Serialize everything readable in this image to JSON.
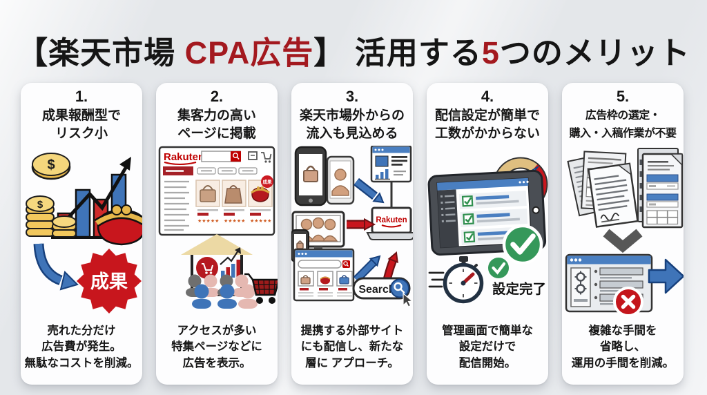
{
  "title": {
    "part1": "【楽天市場 ",
    "part2": "CPA広告",
    "part3": "】 ",
    "part4": "活用する",
    "part5": "5",
    "part6": "つのメリット"
  },
  "colors": {
    "accent_red": "#a3191f",
    "badge_red": "#c8161d",
    "arrow_blue": "#3f74b8",
    "check_green": "#35985a",
    "rakuten_red": "#bf0000"
  },
  "cards": [
    {
      "number": "1.",
      "heading": [
        "成果報酬型で",
        "リスク小"
      ],
      "badge": "成果",
      "caption": [
        "売れた分だけ",
        "広告費が発生。",
        "無駄なコストを削減。"
      ]
    },
    {
      "number": "2.",
      "heading": [
        "集客力の高い",
        "ページに掲載"
      ],
      "page": {
        "logo": "Rakuten",
        "badge": "成果",
        "stars": "★★★★★"
      },
      "caption": [
        "アクセスが多い",
        "特集ページなどに",
        "広告を表示。"
      ]
    },
    {
      "number": "3.",
      "heading": [
        "楽天市場外からの",
        "流入も見込める"
      ],
      "laptop_logo": "Rakuten",
      "search_label": "Search",
      "caption": [
        "提携する外部サイト",
        "にも配信し、新たな",
        "層に アプローチ。"
      ]
    },
    {
      "number": "4.",
      "heading": [
        "配信設定が簡単で",
        "工数がかからない"
      ],
      "status_label": "設定完了",
      "caption": [
        "管理画面で簡単な",
        "設定だけで",
        "配信開始。"
      ]
    },
    {
      "number": "5.",
      "heading": [
        "広告枠の選定・",
        "購入・入稿作業が不要"
      ],
      "caption": [
        "複雑な手間を",
        "省略し、",
        "運用の手間を削減。"
      ]
    }
  ]
}
